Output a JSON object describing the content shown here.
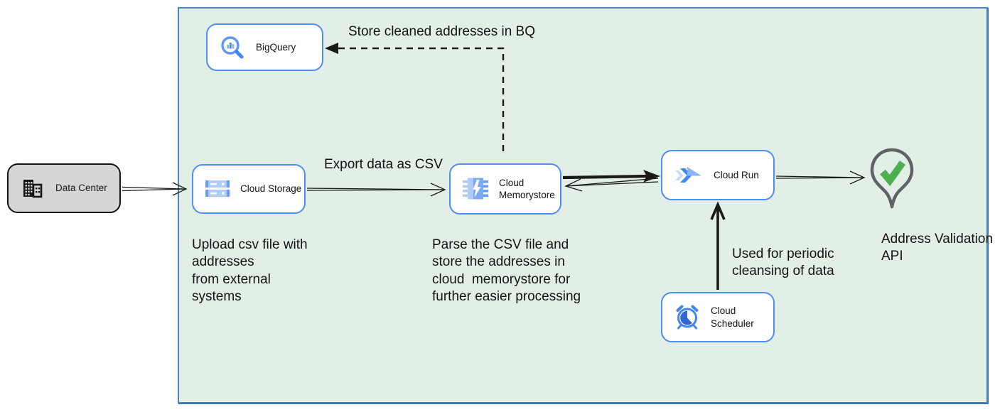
{
  "colors": {
    "zone_background": "#e2efe6",
    "zone_border": "#4a86b8",
    "node_border": "#4e8df5",
    "data_center_background": "#d6d6d6",
    "arrow_black": "#1a1a1a",
    "icon_blue": "#4285f4",
    "icon_light_blue": "#aecbfa",
    "check_green": "#4caf50",
    "pin_gray": "#5f6368"
  },
  "nodes": {
    "bigquery": {
      "label": "BigQuery"
    },
    "data_center": {
      "label": "Data Center"
    },
    "cloud_storage": {
      "label": "Cloud Storage"
    },
    "memorystore": {
      "label": "Cloud\nMemorystore"
    },
    "cloud_run": {
      "label": "Cloud Run"
    },
    "scheduler": {
      "label": "Cloud Scheduler"
    },
    "address_validation": {
      "label": "Address Validation\nAPI"
    }
  },
  "icons": {
    "bigquery": "magnifier-bar-chart-icon",
    "data_center": "buildings-icon",
    "cloud_storage": "stacked-drives-icon",
    "memorystore": "chip-lightning-icon",
    "cloud_run": "double-chevron-play-icon",
    "scheduler": "alarm-clock-icon",
    "address_validation": "location-pin-check-icon"
  },
  "annotations": {
    "store_bq": "Store cleaned addresses in BQ",
    "export_csv": "Export data as CSV",
    "upload_csv": "Upload csv file with\naddresses\nfrom external\nsystems",
    "parse_csv": "Parse the CSV file and\nstore the addresses in\ncloud  memorystore for\nfurther easier processing",
    "periodic": "Used for periodic\ncleansing of data"
  }
}
